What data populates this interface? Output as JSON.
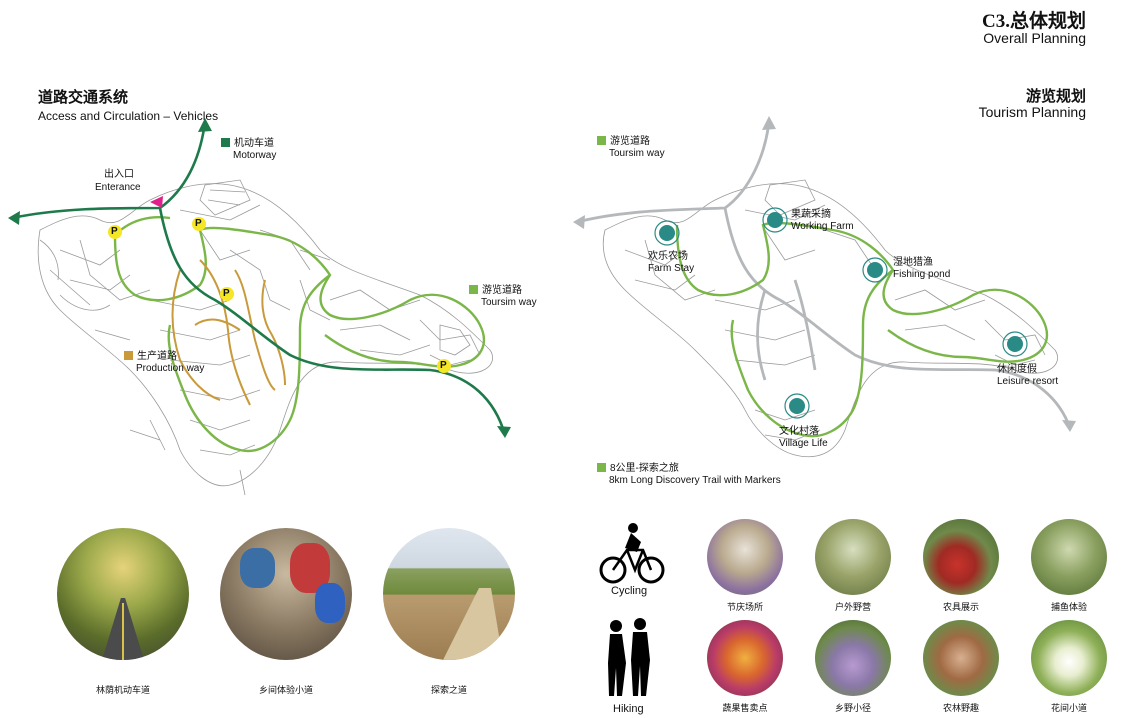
{
  "header": {
    "title_cn": "C3.总体规划",
    "title_en": "Overall Planning"
  },
  "left_section": {
    "title_cn": "道路交通系统",
    "title_en": "Access and Circulation – Vehicles",
    "entrance_cn": "出入口",
    "entrance_en": "Enterance",
    "legend": [
      {
        "cn": "机动车道",
        "en": "Motorway",
        "color": "#1e7a4a"
      },
      {
        "cn": "游览道路",
        "en": "Toursim way",
        "color": "#7ab648"
      },
      {
        "cn": "生产道路",
        "en": "Production way",
        "color": "#c99a3b"
      }
    ],
    "parking_label": "P"
  },
  "right_section": {
    "title_cn": "游览规划",
    "title_en": "Tourism Planning",
    "legend": [
      {
        "cn": "游览道路",
        "en": "Toursim way",
        "color": "#7ab648"
      },
      {
        "cn": "8公里-探索之旅",
        "en": "8km Long Discovery Trail with Markers",
        "color": "#7ab648"
      }
    ],
    "nodes": [
      {
        "cn": "果蔬采摘",
        "en": "Working Farm"
      },
      {
        "cn": "欢乐农场",
        "en": "Farm Stay"
      },
      {
        "cn": "湿地猎渔",
        "en": "Fishing pond"
      },
      {
        "cn": "休闲度假",
        "en": "Leisure resort"
      },
      {
        "cn": "文化村落",
        "en": "Village Life"
      }
    ]
  },
  "left_photos": [
    {
      "caption": "林荫机动车道"
    },
    {
      "caption": "乡间体验小道"
    },
    {
      "caption": "探索之道"
    }
  ],
  "activities": {
    "cycling": "Cycling",
    "hiking": "Hiking",
    "row1": [
      "节庆场所",
      "户外野营",
      "农具展示",
      "捕鱼体验"
    ],
    "row2": [
      "蔬果售卖点",
      "乡野小径",
      "农林野趣",
      "花间小道"
    ]
  },
  "colors": {
    "motorway": "#1e7a4a",
    "tourism": "#7ab648",
    "production": "#c99a3b",
    "node": "#2a8a86",
    "parking": "#f5e626",
    "entrance": "#e0218a"
  }
}
